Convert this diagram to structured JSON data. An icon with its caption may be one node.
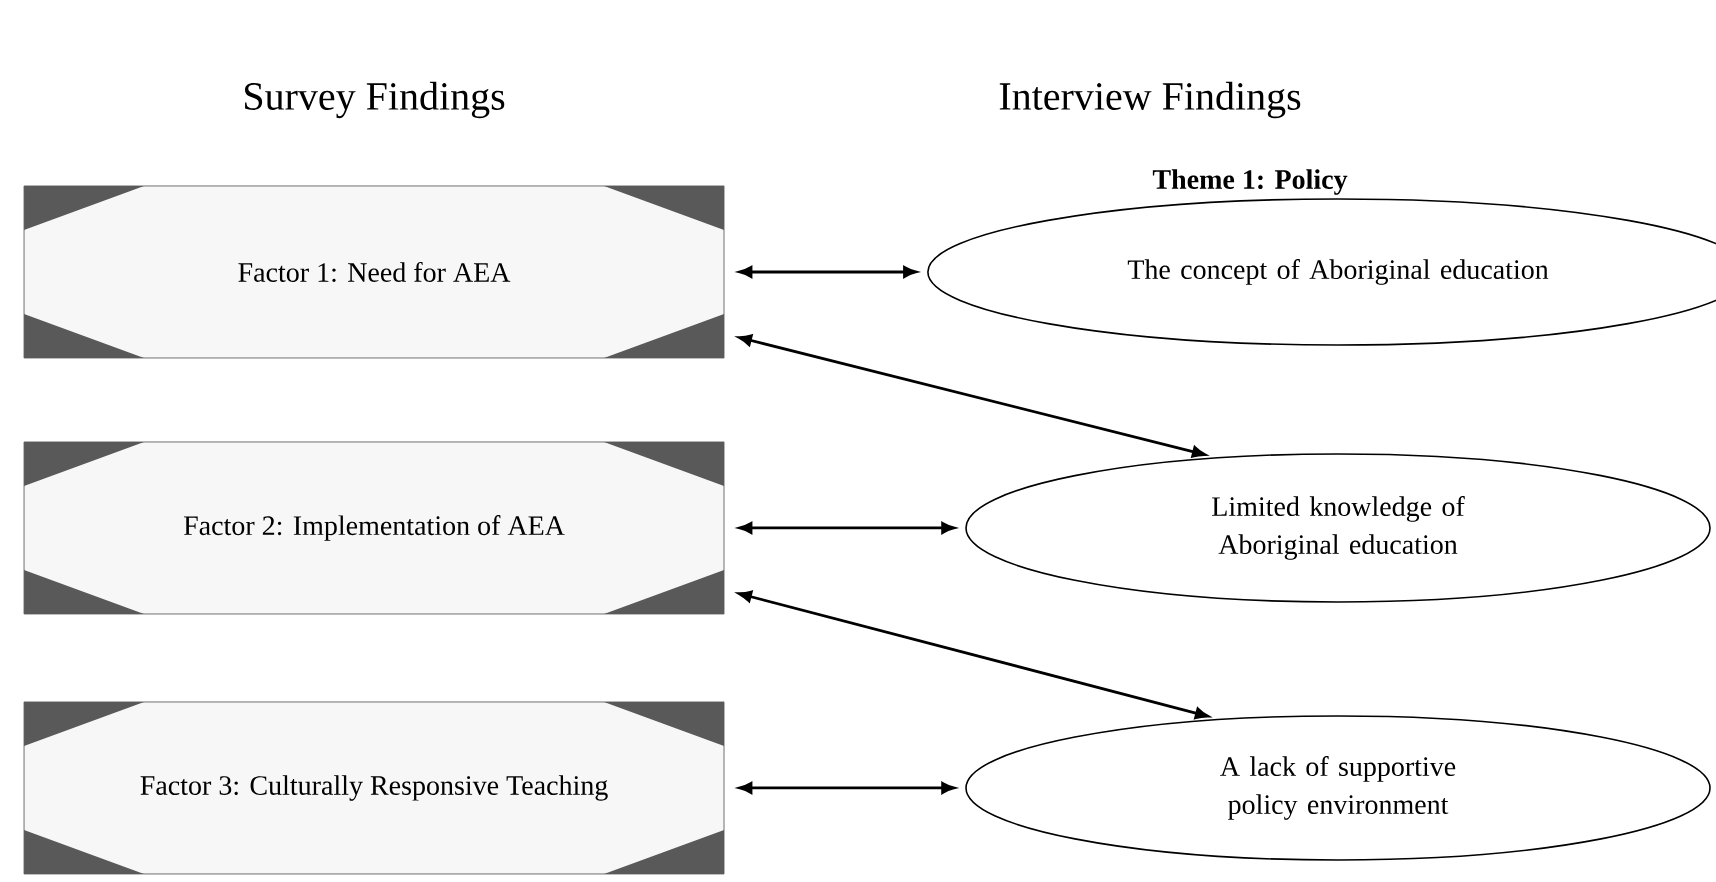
{
  "diagram": {
    "nodes": [
      {
        "text": [
          "Factor 1: Need for AEA"
        ]
      },
      {
        "text": [
          "Factor 2: Implementation of AEA"
        ]
      },
      {
        "text": [
          "Factor 3: Culturally Responsive Teaching"
        ]
      },
      {
        "text": [
          "The concept of Aboriginal education"
        ]
      },
      {
        "text": [
          "Limited knowledge of Aboriginal education"
        ]
      },
      {
        "text": [
          "A lack of supportive policy environment"
        ]
      }
    ],
    "edges": [
      {
        "from": 0,
        "to": 3,
        "arrow": "both"
      },
      {
        "from": 0,
        "to": 4,
        "arrow": "both"
      },
      {
        "from": 1,
        "to": 4,
        "arrow": "both"
      },
      {
        "from": 1,
        "to": 5,
        "arrow": "both"
      },
      {
        "from": 2,
        "to": 5,
        "arrow": "both"
      }
    ],
    "labels": [
      "Survey Findings",
      "Interview Findings",
      "Theme 1: Policy"
    ]
  }
}
